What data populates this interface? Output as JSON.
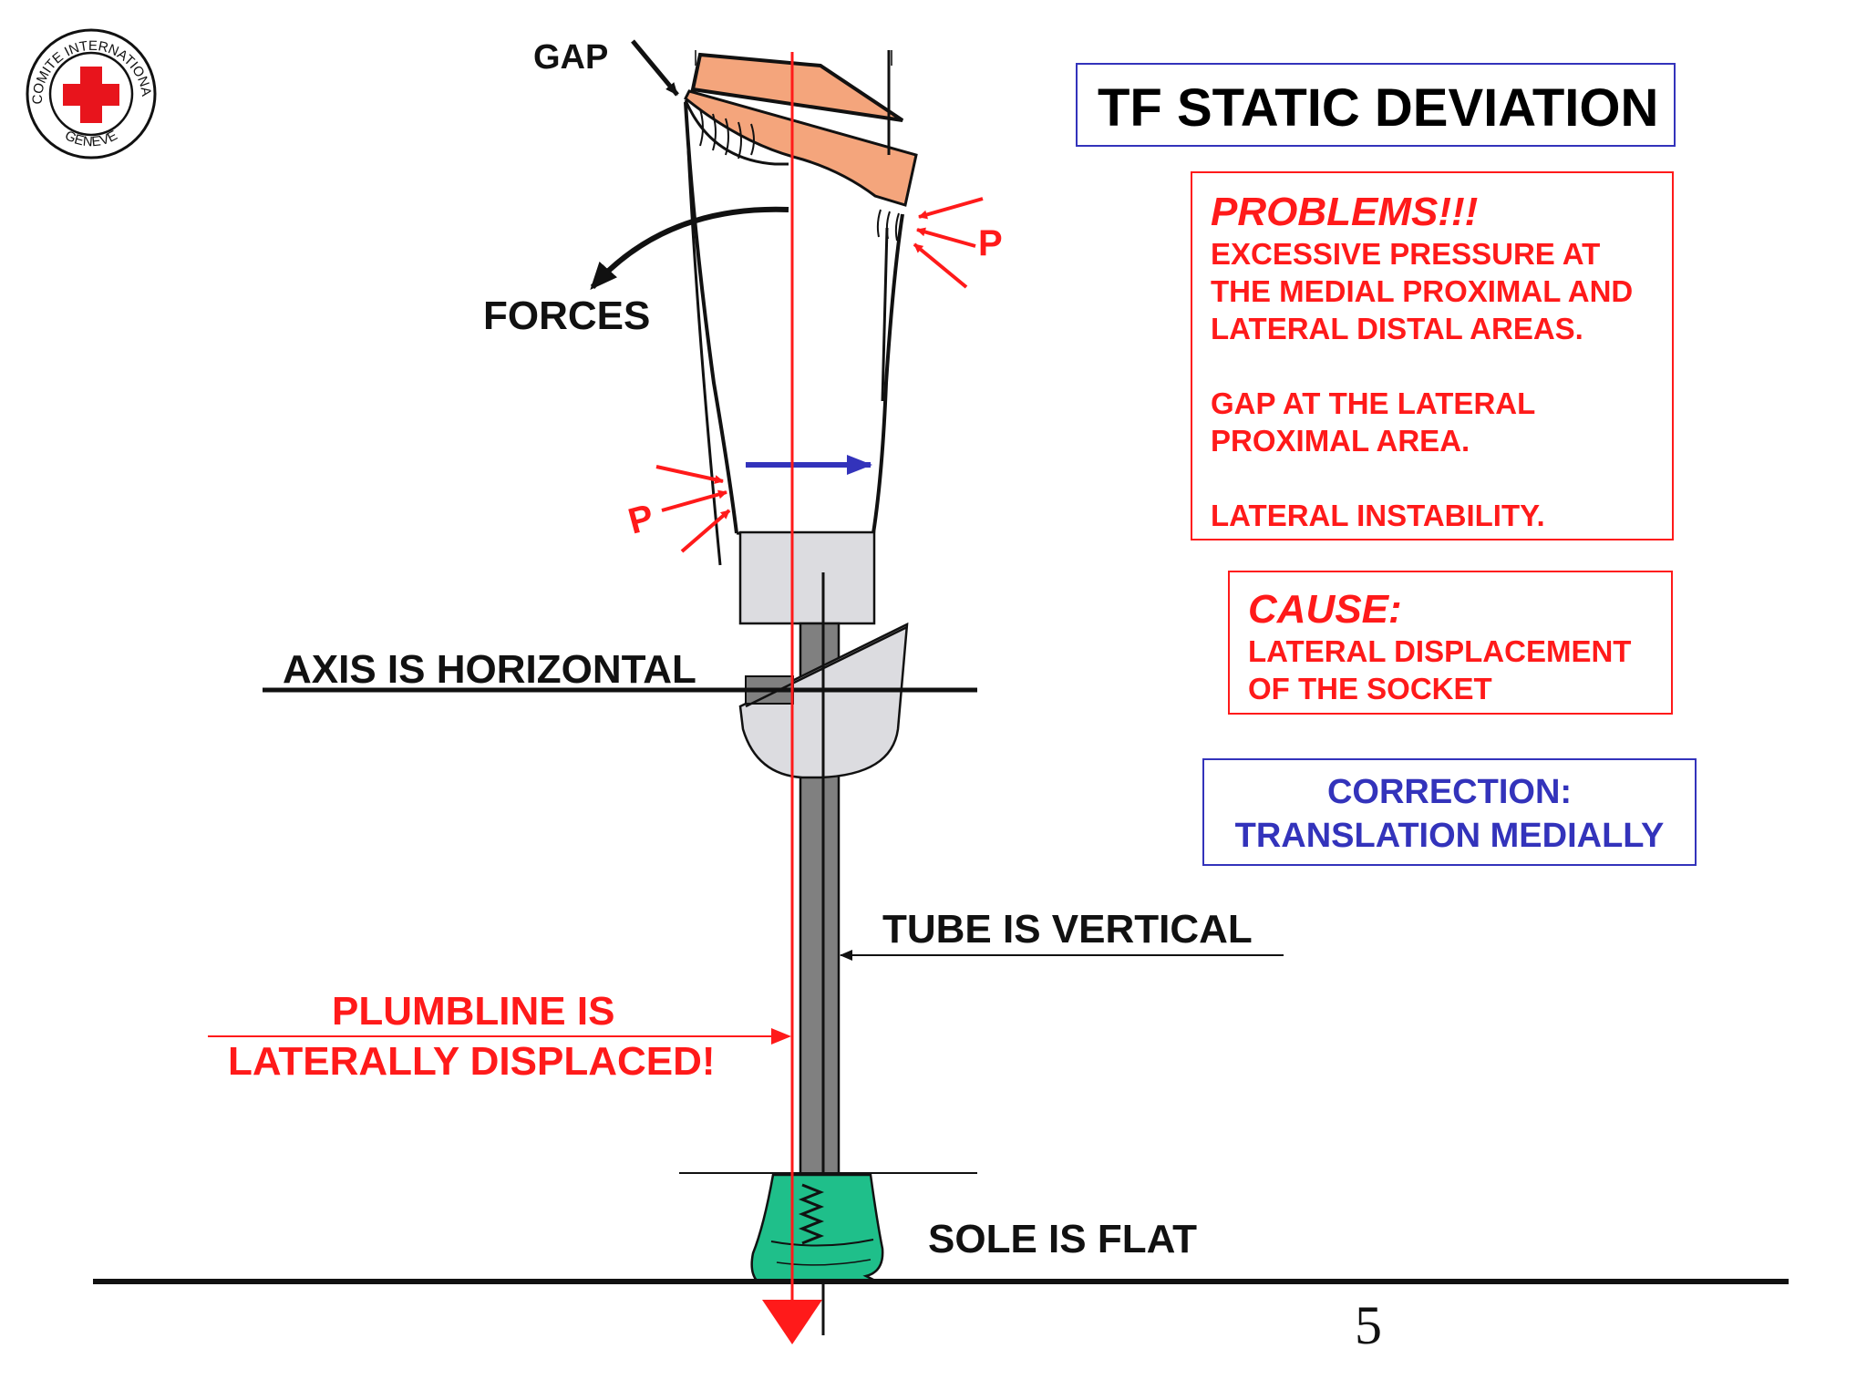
{
  "title": "TF STATIC DEVIATION",
  "labels": {
    "gap": "GAP",
    "forces": "FORCES",
    "pressure_top": "P",
    "pressure_bottom": "P",
    "axis": "AXIS IS HORIZONTAL",
    "tube": "TUBE IS VERTICAL",
    "plumbline_line1": "PLUMBLINE IS",
    "plumbline_line2": "LATERALLY DISPLACED!",
    "sole": "SOLE IS FLAT"
  },
  "problems": {
    "heading": "PROBLEMS!!!",
    "lines": [
      "EXCESSIVE PRESSURE AT",
      "THE MEDIAL PROXIMAL AND",
      "LATERAL DISTAL AREAS.",
      "",
      "GAP AT THE LATERAL",
      "PROXIMAL AREA.",
      "",
      "LATERAL INSTABILITY."
    ]
  },
  "cause": {
    "heading": "CAUSE:",
    "lines": [
      "LATERAL  DISPLACEMENT",
      "OF THE SOCKET"
    ]
  },
  "correction": {
    "lines": [
      "CORRECTION:",
      "TRANSLATION MEDIALLY"
    ]
  },
  "logo": {
    "text_top": "COMITE INTERNATIONAL",
    "text_bottom": "GENEVE"
  },
  "page_number": "5",
  "colors": {
    "red": "#ff1a1a",
    "blue": "#3333bb",
    "orange": "#f4a57c",
    "foot_green": "#1fbf8a",
    "adapter_gray": "#dcdce0",
    "tube_gray": "#808080"
  }
}
